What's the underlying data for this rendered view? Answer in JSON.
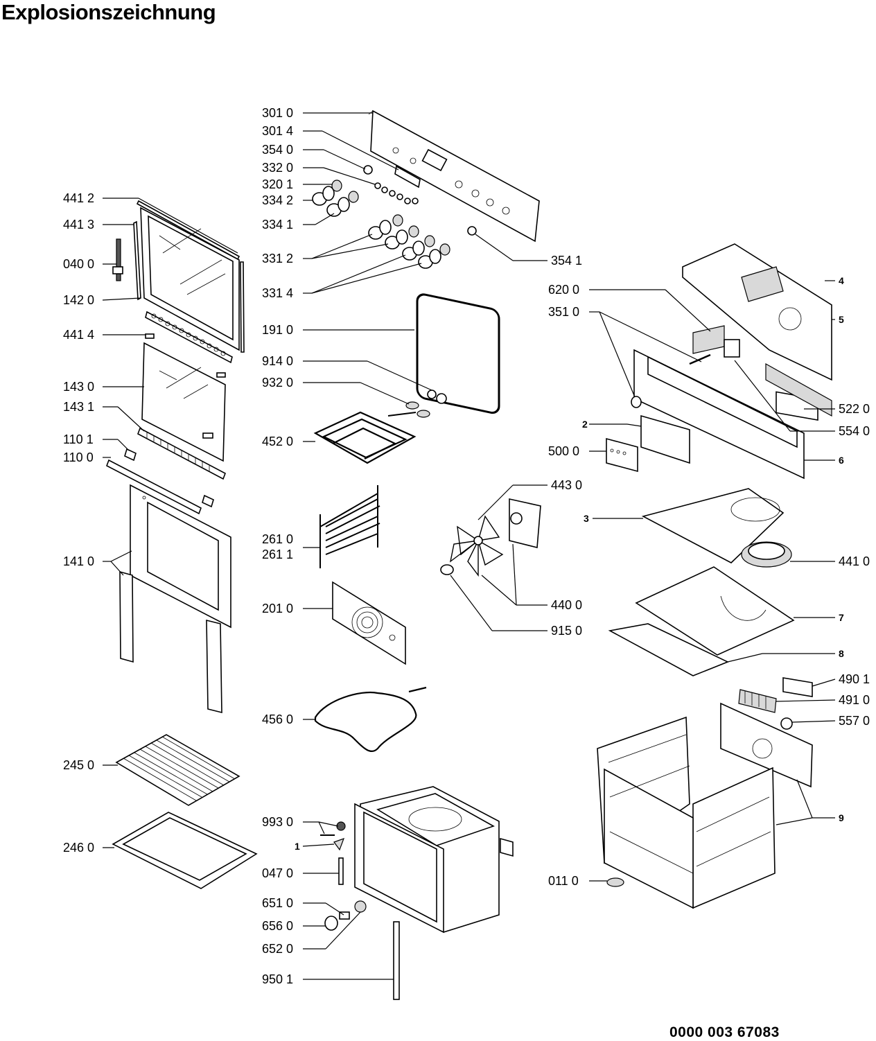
{
  "title": "Explosionszeichnung",
  "document_number": "0000 003 67083",
  "labels": [
    {
      "text": "301 0",
      "icon": "control-panel"
    },
    {
      "text": "301 4",
      "icon": "display-panel"
    },
    {
      "text": "354 0",
      "icon": "knob-cap"
    },
    {
      "text": "332 0",
      "icon": "push-buttons"
    },
    {
      "text": "320 1",
      "icon": "knob"
    },
    {
      "text": "334 2",
      "icon": "knob-ring"
    },
    {
      "text": "334 1",
      "icon": "knob-ring"
    },
    {
      "text": "331 2",
      "icon": "knob"
    },
    {
      "text": "331 4",
      "icon": "knob"
    },
    {
      "text": "354 1",
      "icon": "knob-cap"
    },
    {
      "text": "441 2",
      "icon": "door-frame"
    },
    {
      "text": "441 3",
      "icon": "door-frame-side"
    },
    {
      "text": "040 0",
      "icon": "hinge"
    },
    {
      "text": "142 0",
      "icon": "inner-glass-frame"
    },
    {
      "text": "441 4",
      "icon": "clip"
    },
    {
      "text": "143 0",
      "icon": "inner-glass"
    },
    {
      "text": "143 1",
      "icon": "glass-profile"
    },
    {
      "text": "110 1",
      "icon": "handle-bracket"
    },
    {
      "text": "110 0",
      "icon": "door-handle"
    },
    {
      "text": "141 0",
      "icon": "outer-door-glass"
    },
    {
      "text": "245 0",
      "icon": "wire-shelf"
    },
    {
      "text": "246 0",
      "icon": "baking-tray"
    },
    {
      "text": "191 0",
      "icon": "door-seal"
    },
    {
      "text": "914 0",
      "icon": "lamp-cover"
    },
    {
      "text": "932 0",
      "icon": "lamp-socket"
    },
    {
      "text": "452 0",
      "icon": "grill-element"
    },
    {
      "text": "261 0",
      "icon": "side-rack"
    },
    {
      "text": "261 1",
      "icon": "side-rack"
    },
    {
      "text": "201 0",
      "icon": "fan-cover"
    },
    {
      "text": "456 0",
      "icon": "lower-element"
    },
    {
      "text": "993 0",
      "icon": "screw"
    },
    {
      "text": "1",
      "icon": "clip"
    },
    {
      "text": "047 0",
      "icon": "bolt"
    },
    {
      "text": "651 0",
      "icon": "lamp-glass"
    },
    {
      "text": "656 0",
      "icon": "lamp"
    },
    {
      "text": "652 0",
      "icon": "lamp-holder"
    },
    {
      "text": "950 1",
      "icon": "seal-strip"
    },
    {
      "text": "620 0",
      "icon": "switch"
    },
    {
      "text": "351 0",
      "icon": "shaft"
    },
    {
      "text": "4",
      "icon": "top-cover"
    },
    {
      "text": "5",
      "icon": "rear-panel"
    },
    {
      "text": "522 0",
      "icon": "timer-module"
    },
    {
      "text": "554 0",
      "icon": "thermostat"
    },
    {
      "text": "2",
      "icon": "bracket"
    },
    {
      "text": "500 0",
      "icon": "electronic-clock"
    },
    {
      "text": "6",
      "icon": "control-housing"
    },
    {
      "text": "443 0",
      "icon": "fan-motor"
    },
    {
      "text": "440 0",
      "icon": "fan-blade"
    },
    {
      "text": "915 0",
      "icon": "nut"
    },
    {
      "text": "3",
      "icon": "cover-plate"
    },
    {
      "text": "441 0",
      "icon": "circular-element"
    },
    {
      "text": "7",
      "icon": "bottom-plate"
    },
    {
      "text": "8",
      "icon": "base-strip"
    },
    {
      "text": "490 1",
      "icon": "terminal-cover"
    },
    {
      "text": "491 0",
      "icon": "terminal-block"
    },
    {
      "text": "557 0",
      "icon": "thermal-cutout"
    },
    {
      "text": "9",
      "icon": "cabinet-frame"
    },
    {
      "text": "011 0",
      "icon": "foot"
    }
  ]
}
